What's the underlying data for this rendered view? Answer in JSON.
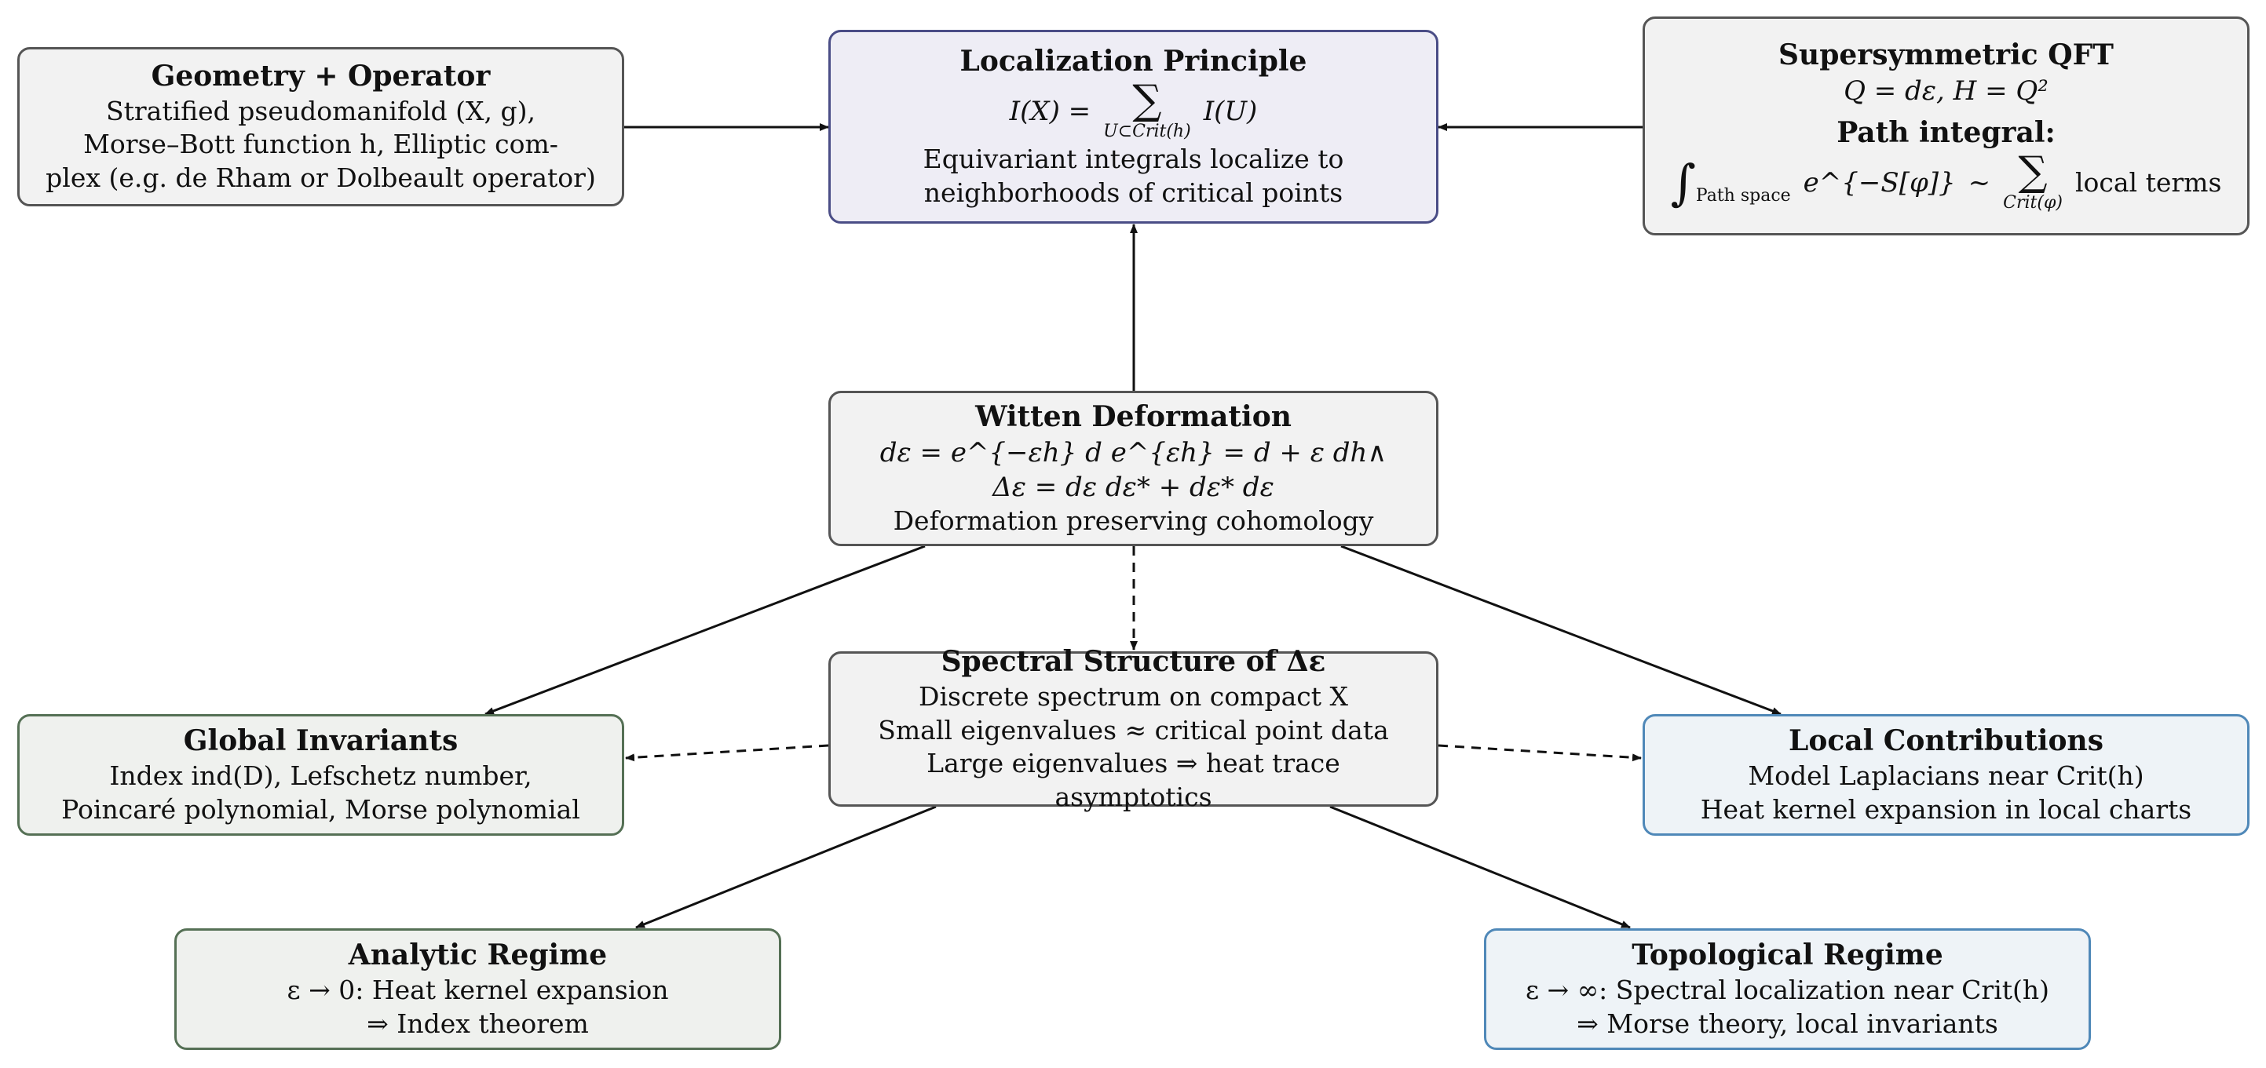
{
  "nodes": {
    "geometry": {
      "title": "Geometry + Operator",
      "lines": [
        "Stratified pseudomanifold (X, g),",
        "Morse–Bott function h, Elliptic com-",
        "plex (e.g. de Rham or Dolbeault operator)"
      ]
    },
    "localization": {
      "title": "Localization Principle",
      "formula": {
        "lhs": "I(X)  =",
        "sum": "∑",
        "sub": "U⊂Crit(h)",
        "rhs": "I(U)"
      },
      "lines": [
        "Equivariant integrals localize to",
        "neighborhoods of critical points"
      ]
    },
    "susy": {
      "title": "Supersymmetric QFT",
      "formula": "Q = dε,  H = Q²",
      "subtitle": "Path integral:",
      "integral": {
        "int": "∫",
        "int_sub": "Path space",
        "integrand": "e^{−S[φ]}",
        "sim": "~",
        "sum": "∑",
        "sum_sub": "Crit(φ)",
        "tail": "local terms"
      }
    },
    "witten": {
      "title": "Witten Deformation",
      "lines": [
        "dε  =  e^{−εh} d e^{εh}  =  d + ε dh∧",
        "Δε  =  dε dε* + dε* dε",
        "Deformation preserving cohomology"
      ]
    },
    "spectral": {
      "title": "Spectral Structure of Δε",
      "lines": [
        "Discrete spectrum on compact X",
        "Small eigenvalues ≈ critical point data",
        "Large eigenvalues ⇒ heat trace asymptotics"
      ]
    },
    "global": {
      "title": "Global Invariants",
      "lines": [
        "Index ind(D), Lefschetz number,",
        "Poincaré polynomial, Morse polynomial"
      ]
    },
    "local": {
      "title": "Local Contributions",
      "lines": [
        "Model Laplacians near Crit(h)",
        "Heat kernel expansion in local charts"
      ]
    },
    "analytic": {
      "title": "Analytic Regime",
      "lines": [
        "ε → 0:  Heat kernel expansion",
        "⇒ Index theorem"
      ]
    },
    "topological": {
      "title": "Topological Regime",
      "lines": [
        "ε → ∞:  Spectral localization near Crit(h)",
        "⇒ Morse theory, local invariants"
      ]
    }
  },
  "edges": [
    {
      "from": "geometry",
      "to": "localization",
      "style": "solid"
    },
    {
      "from": "susy",
      "to": "localization",
      "style": "solid"
    },
    {
      "from": "witten",
      "to": "localization",
      "style": "solid"
    },
    {
      "from": "witten",
      "to": "spectral",
      "style": "dashed"
    },
    {
      "from": "witten",
      "to": "global",
      "style": "solid"
    },
    {
      "from": "witten",
      "to": "local",
      "style": "solid"
    },
    {
      "from": "spectral",
      "to": "global",
      "style": "dashed"
    },
    {
      "from": "spectral",
      "to": "local",
      "style": "dashed"
    },
    {
      "from": "spectral",
      "to": "analytic",
      "style": "solid"
    },
    {
      "from": "spectral",
      "to": "topological",
      "style": "solid"
    }
  ],
  "colors": {
    "default_fill": "#f2f2f2",
    "default_border": "#555555",
    "principle_fill": "#eeedf5",
    "principle_border": "#4a4d86",
    "green_fill": "#eff1ee",
    "green_border": "#557055",
    "blue_fill": "#eef3f7",
    "blue_border": "#4f88b8",
    "arrow": "#111111"
  }
}
